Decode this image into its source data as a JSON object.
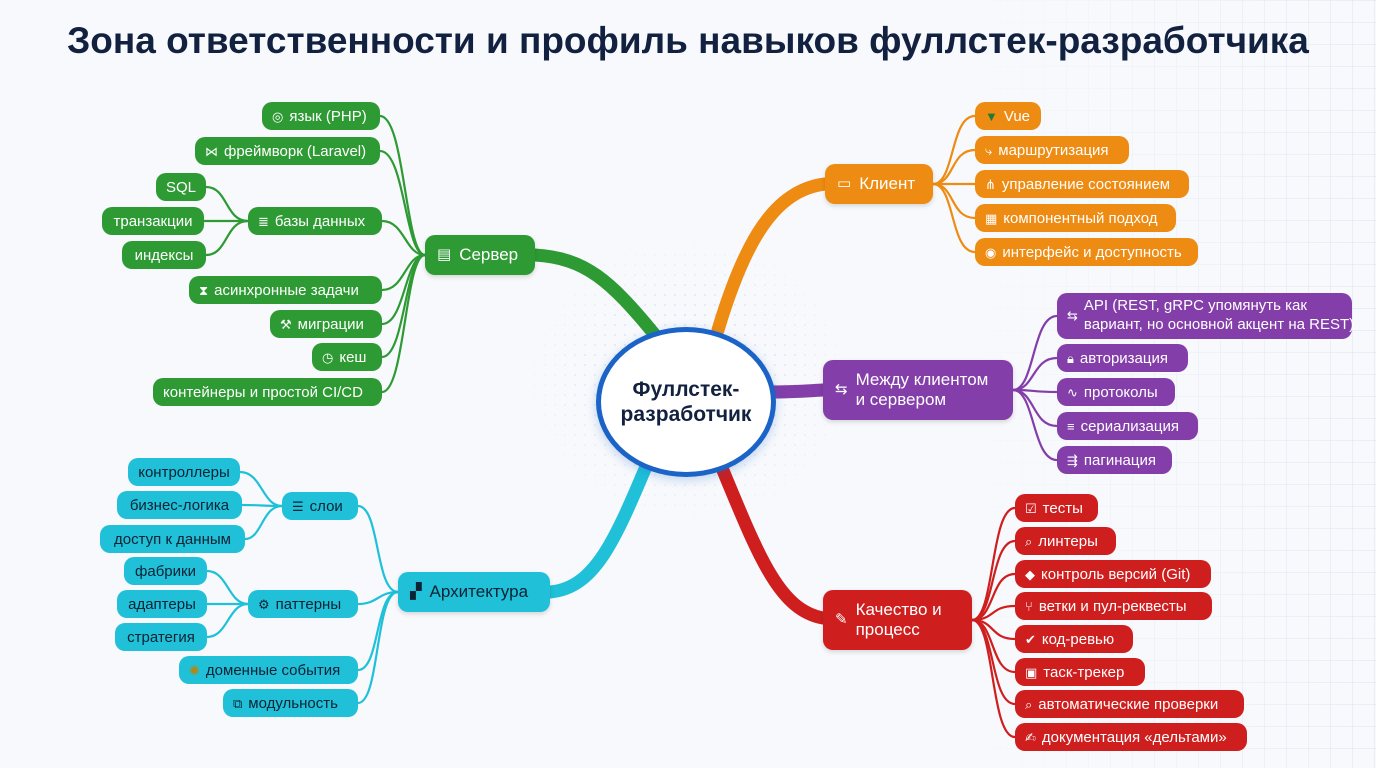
{
  "title": "Зона ответственности и профиль навыков фуллстек-разработчика",
  "center": {
    "line1": "Фуллстек-",
    "line2": "разработчик"
  },
  "colors": {
    "server": "#2e9a34",
    "client": "#ee8b12",
    "between": "#833ea9",
    "architecture": "#1fc0d8",
    "quality": "#cf1e1e",
    "center_border": "#1b63c6"
  },
  "branches": {
    "server": {
      "label": "Сервер",
      "icon": "server-icon",
      "items": [
        {
          "label": "язык (PHP)",
          "icon": "php-icon"
        },
        {
          "label": "фреймворк (Laravel)",
          "icon": "laravel-icon"
        },
        {
          "label": "базы данных",
          "icon": "database-icon",
          "children": [
            "SQL",
            "транзакции",
            "индексы"
          ]
        },
        {
          "label": "асинхронные задачи",
          "icon": "hourglass-icon"
        },
        {
          "label": "миграции",
          "icon": "wrench-icon"
        },
        {
          "label": "кеш",
          "icon": "clock-icon"
        },
        {
          "label": "контейнеры и простой CI/CD",
          "icon": ""
        }
      ]
    },
    "client": {
      "label": "Клиент",
      "icon": "browser-window-icon",
      "items": [
        {
          "label": "Vue",
          "icon": "vue-icon"
        },
        {
          "label": "маршрутизация",
          "icon": "route-icon"
        },
        {
          "label": "управление состоянием",
          "icon": "hierarchy-icon"
        },
        {
          "label": "компонентный подход",
          "icon": "components-icon"
        },
        {
          "label": "интерфейс и доступность",
          "icon": "eye-icon"
        }
      ]
    },
    "between": {
      "line1": "Между клиентом",
      "line2": "и сервером",
      "icon": "arrows-exchange-icon",
      "items": [
        {
          "line1": "API (REST, gRPC упомянуть как",
          "line2": "вариант, но основной акцент на REST)",
          "icon": "arrows-exchange-icon"
        },
        {
          "label": "авторизация",
          "icon": "lock-icon"
        },
        {
          "label": "протоколы",
          "icon": "signal-icon"
        },
        {
          "label": "сериализация",
          "icon": "lines-icon"
        },
        {
          "label": "пагинация",
          "icon": "pages-icon"
        }
      ]
    },
    "architecture": {
      "label": "Архитектура",
      "icon": "blocks-icon",
      "items": [
        {
          "label": "слои",
          "icon": "layers-icon",
          "children": [
            "контроллеры",
            "бизнес-логика",
            "доступ к данным"
          ]
        },
        {
          "label": "паттерны",
          "icon": "gear-icon",
          "children": [
            "фабрики",
            "адаптеры",
            "стратегия"
          ]
        },
        {
          "label": "доменные события",
          "icon": "sparkle-icon"
        },
        {
          "label": "модульность",
          "icon": "modules-icon"
        }
      ]
    },
    "quality": {
      "line1": "Качество и",
      "line2": "процесс",
      "icon": "memo-icon",
      "items": [
        {
          "label": "тесты",
          "icon": "checklist-icon"
        },
        {
          "label": "линтеры",
          "icon": "magnifier-icon"
        },
        {
          "label": "контроль версий (Git)",
          "icon": "git-icon"
        },
        {
          "label": "ветки и пул-реквесты",
          "icon": "branch-icon"
        },
        {
          "label": "код-ревью",
          "icon": "review-icon"
        },
        {
          "label": "таск-трекер",
          "icon": "tracker-icon"
        },
        {
          "label": "автоматические проверки",
          "icon": "magnifier-icon"
        },
        {
          "label": "документация «дельтами»",
          "icon": "document-icon"
        }
      ]
    }
  }
}
